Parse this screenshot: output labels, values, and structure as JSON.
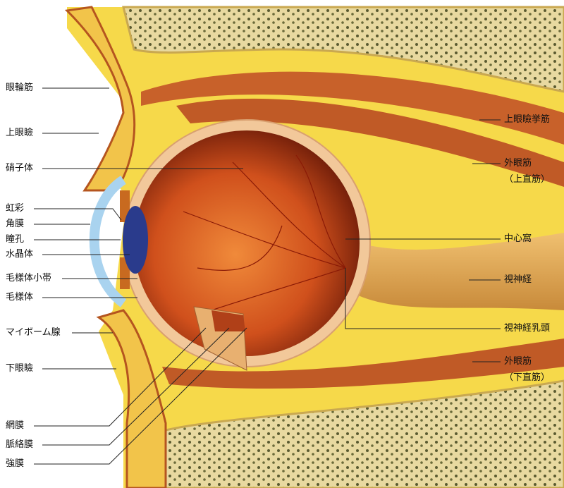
{
  "left_labels": {
    "orbicularis": "眼輪筋",
    "upper_eyelid": "上眼瞼",
    "vitreous": "硝子体",
    "iris": "虹彩",
    "cornea": "角膜",
    "pupil": "瞳孔",
    "lens": "水晶体",
    "zonule": "毛様体小帯",
    "ciliary_body": "毛様体",
    "meibomian": "マイボーム腺",
    "lower_eyelid": "下眼瞼",
    "retina": "網膜",
    "choroid": "脈絡膜",
    "sclera": "強膜"
  },
  "right_labels": {
    "levator": "上眼瞼挙筋",
    "superior_rectus_1": "外眼筋",
    "superior_rectus_2": "（上直筋）",
    "fovea": "中心窩",
    "optic_nerve": "視神経",
    "optic_disc": "視神経乳頭",
    "inferior_rectus_1": "外眼筋",
    "inferior_rectus_2": "（下直筋）"
  },
  "colors": {
    "fat": "#f6d94a",
    "muscle": "#c8612a",
    "eyeball": "#d2521c",
    "lens": "#2a3b8c",
    "cornea": "#a9d3ef"
  }
}
